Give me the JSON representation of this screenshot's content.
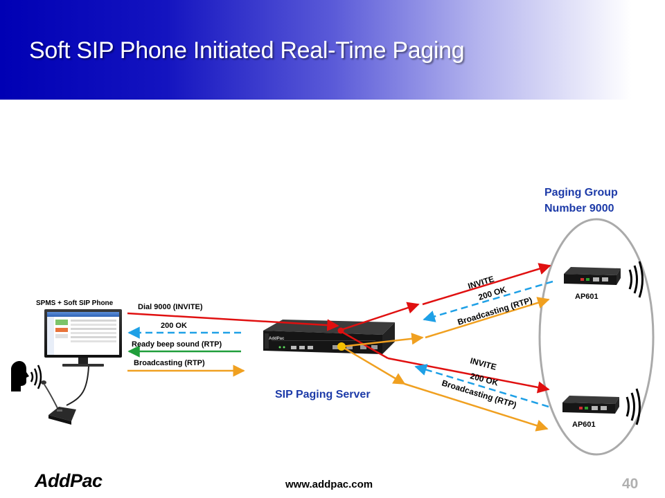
{
  "slide": {
    "title": "Soft SIP Phone Initiated Real-Time Paging",
    "logo": "AddPac",
    "website": "www.addpac.com",
    "page_number": "40"
  },
  "diagram": {
    "client_label": "SPMS +   Soft  SIP Phone",
    "server_label": "SIP Paging Server",
    "server_brand": "AddPac",
    "group_label_line1": "Paging Group",
    "group_label_line2": "Number 9000",
    "device_top_label": "AP601",
    "device_bottom_label": "AP601",
    "left_messages": [
      "Dial 9000 (INVITE)",
      "200 OK",
      "Ready beep sound  (RTP)",
      "Broadcasting  (RTP)"
    ],
    "top_branch_messages": [
      "INVITE",
      "200 OK",
      "Broadcasting  (RTP)"
    ],
    "bottom_branch_messages": [
      "INVITE",
      "200 OK",
      "Broadcasting  (RTP)"
    ]
  },
  "colors": {
    "invite": "#e01010",
    "ok": "#1ea0e6",
    "beep": "#1f9e3a",
    "broadcast": "#f0a020",
    "group_outline": "#aaaaaa",
    "server_blue": "#1c3aa8"
  },
  "icons": [
    "desktop-monitor-icon",
    "speaking-head-icon",
    "desk-microphone-icon",
    "paging-server-icon",
    "paging-device-icon",
    "speaker-waves-icon"
  ]
}
